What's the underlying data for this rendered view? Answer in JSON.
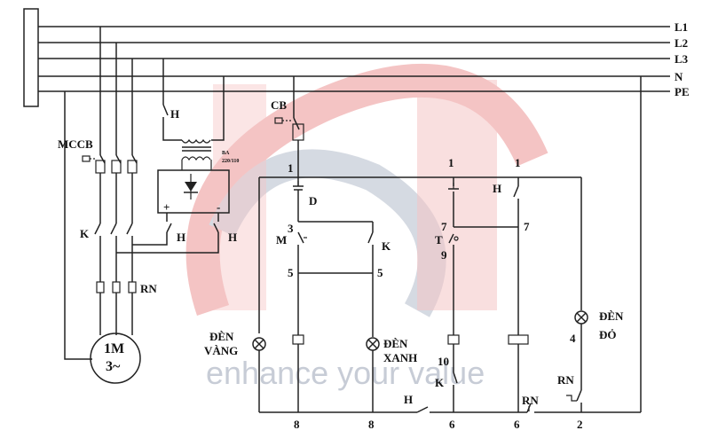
{
  "bus": {
    "labels": [
      "L1",
      "L2",
      "L3",
      "N",
      "PE"
    ]
  },
  "power": {
    "mccb_label": "MCCB",
    "contactor_label": "K",
    "heater_label": "H",
    "relay_label": "RN",
    "motor_line1": "1M",
    "motor_line2": "3~",
    "transformer_label": "H",
    "ba_label": "BA",
    "ba_rating": "220/110",
    "rect_plus": "+",
    "rect_minus": "-"
  },
  "control": {
    "cb_label": "CB",
    "node_1a": "1",
    "node_1b": "1",
    "node_1c": "1",
    "d_label": "D",
    "h_contact_label": "H",
    "node_3": "3",
    "m_label": "M",
    "k_contact_label": "K",
    "node_5a": "5",
    "node_5b": "5",
    "node_7a": "7",
    "node_7b": "7",
    "t_label": "T",
    "node_9": "9",
    "node_4": "4",
    "node_10": "10",
    "k_lower_label": "K",
    "h_bottom_label": "H",
    "rn_bottom_label": "RN",
    "rn_right_label": "RN",
    "lamp_yellow_l1": "ĐÈN",
    "lamp_yellow_l2": "VÀNG",
    "lamp_green_l1": "ĐÈN",
    "lamp_green_l2": "XANH",
    "lamp_red_l1": "ĐÈN",
    "lamp_red_l2": "ĐỎ",
    "node_8a": "8",
    "node_8b": "8",
    "node_6a": "6",
    "node_6b": "6",
    "node_2": "2"
  },
  "watermark": {
    "slogan": "enhance your value"
  },
  "colors": {
    "wire": "#222222",
    "watermark_red": "#e25a5a",
    "watermark_blue": "#8a96ad"
  }
}
